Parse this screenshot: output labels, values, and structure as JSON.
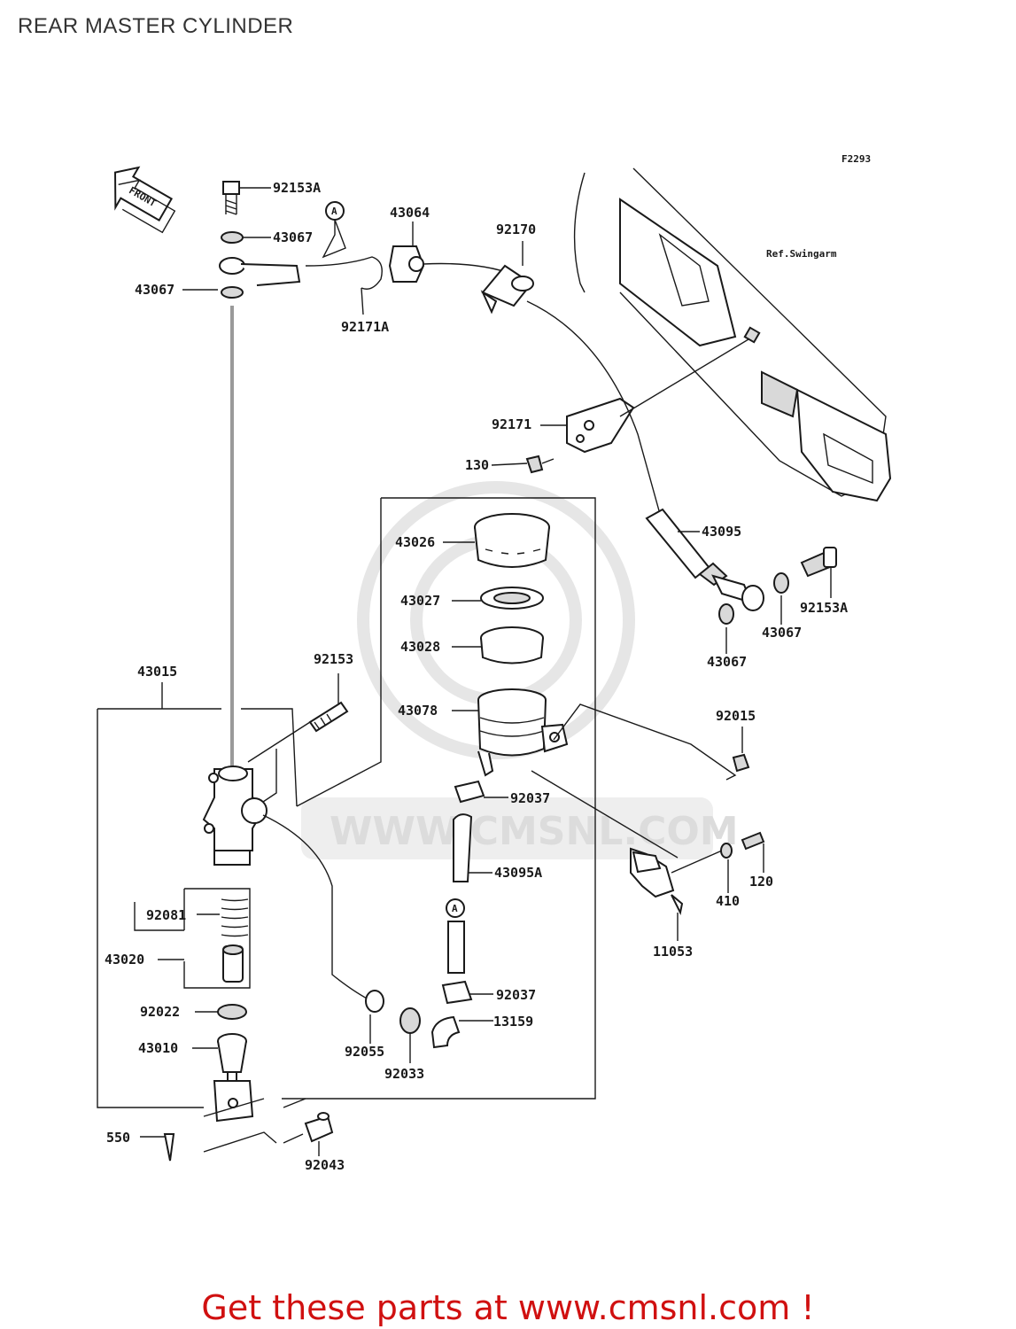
{
  "title": "REAR MASTER CYLINDER",
  "figure_code": "F2293",
  "front_label": "FRONT",
  "ref_label": "Ref.Swingarm",
  "watermark": "WWW.CMSNL.COM",
  "marker_a": "A",
  "footer": "Get these parts at www.cmsnl.com !",
  "parts": {
    "p92153A_top": "92153A",
    "p43067_top": "43067",
    "p43067_left": "43067",
    "p92171A": "92171A",
    "p43064": "43064",
    "p92170": "92170",
    "p92171": "92171",
    "p130": "130",
    "p43095": "43095",
    "p92153A_right": "92153A",
    "p43067_right1": "43067",
    "p43067_right2": "43067",
    "p43026": "43026",
    "p43027": "43027",
    "p43028": "43028",
    "p43078": "43078",
    "p92153": "92153",
    "p43015": "43015",
    "p92015": "92015",
    "p92037_top": "92037",
    "p43095A": "43095A",
    "p120": "120",
    "p410": "410",
    "p11053": "11053",
    "p92081": "92081",
    "p43020": "43020",
    "p92037_bot": "92037",
    "p13159": "13159",
    "p92022": "92022",
    "p43010": "43010",
    "p92055": "92055",
    "p92033": "92033",
    "p550": "550",
    "p92043": "92043"
  }
}
